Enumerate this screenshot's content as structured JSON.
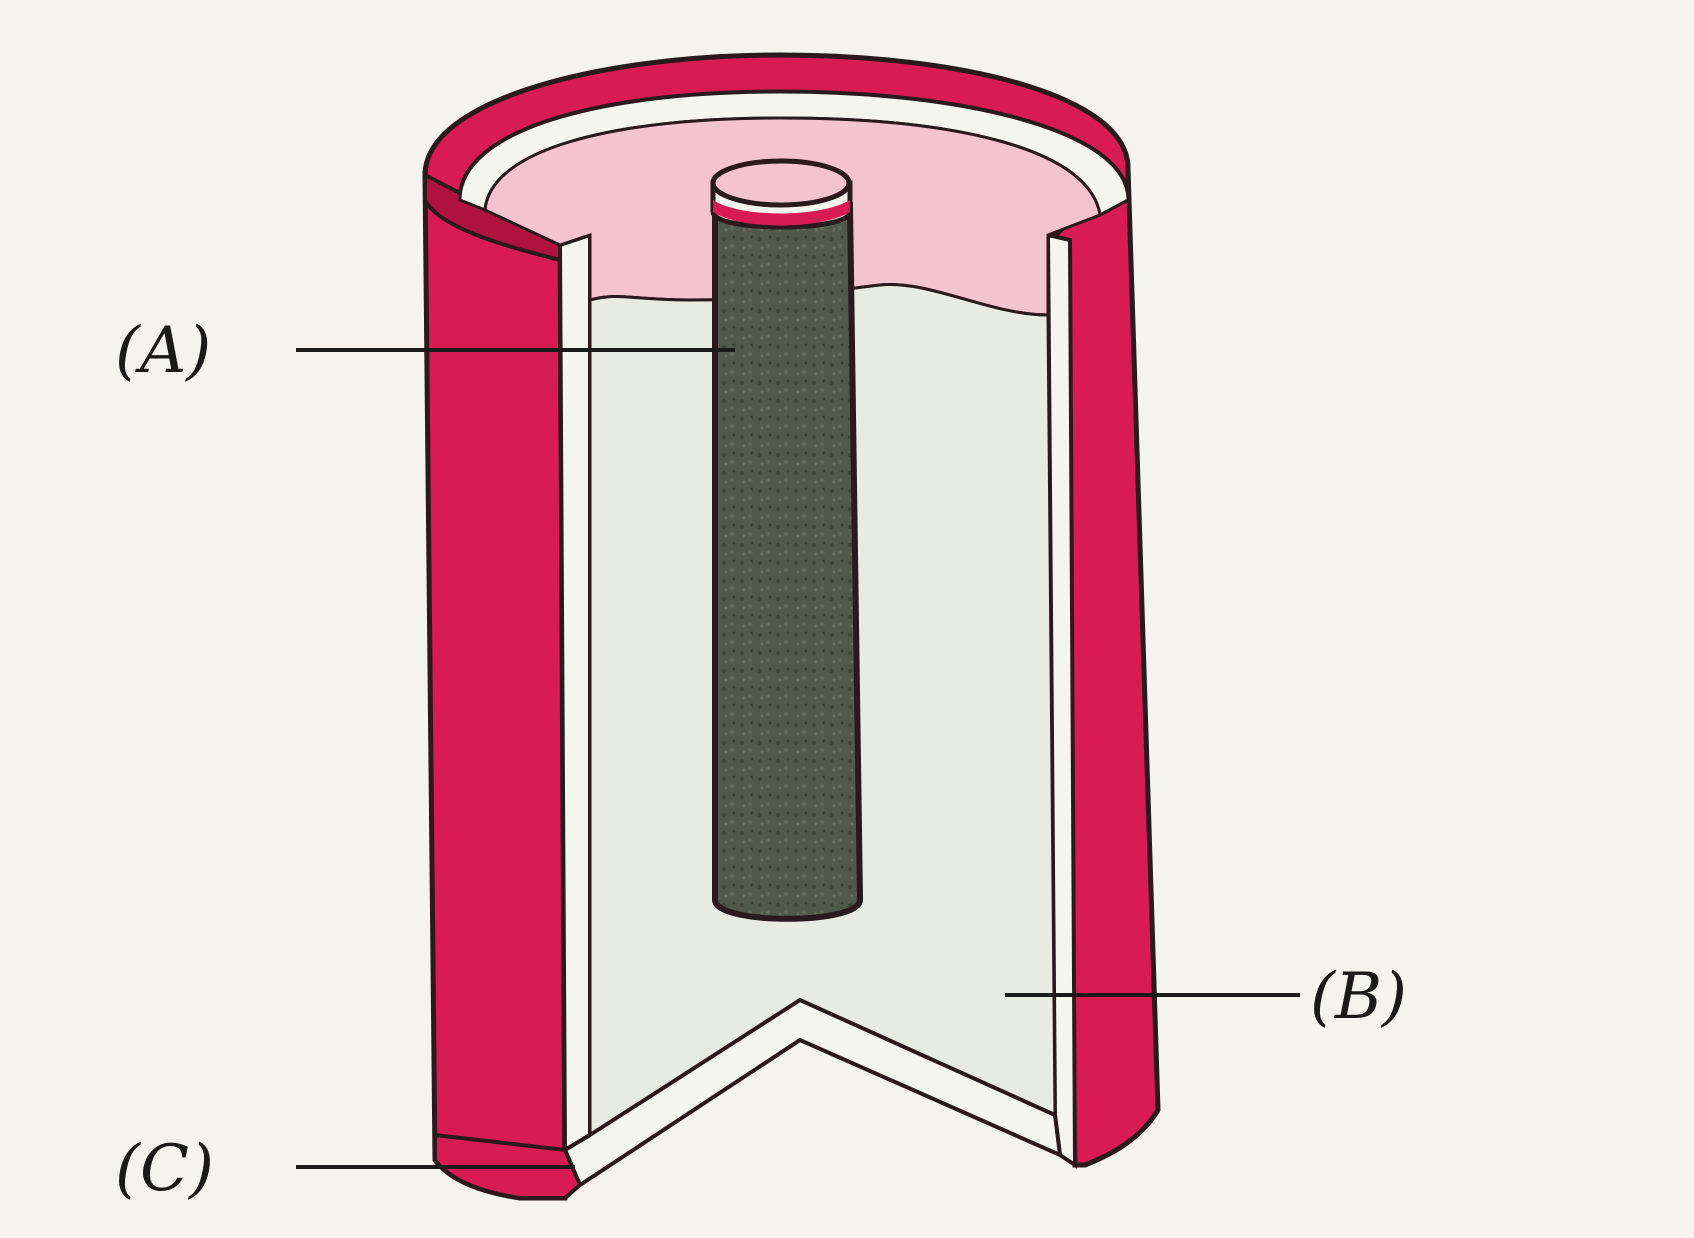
{
  "diagram": {
    "labels": {
      "a": "(A)",
      "b": "(B)",
      "c": "(C)"
    },
    "colors": {
      "casing": "#d81b55",
      "casing_dark": "#b0123f",
      "paste_top": "#f4c3d2",
      "paste_body": "#e8ebe2",
      "liner": "#f5f5f0",
      "rod": "#4d5548",
      "outline": "#2a1a1e"
    }
  }
}
